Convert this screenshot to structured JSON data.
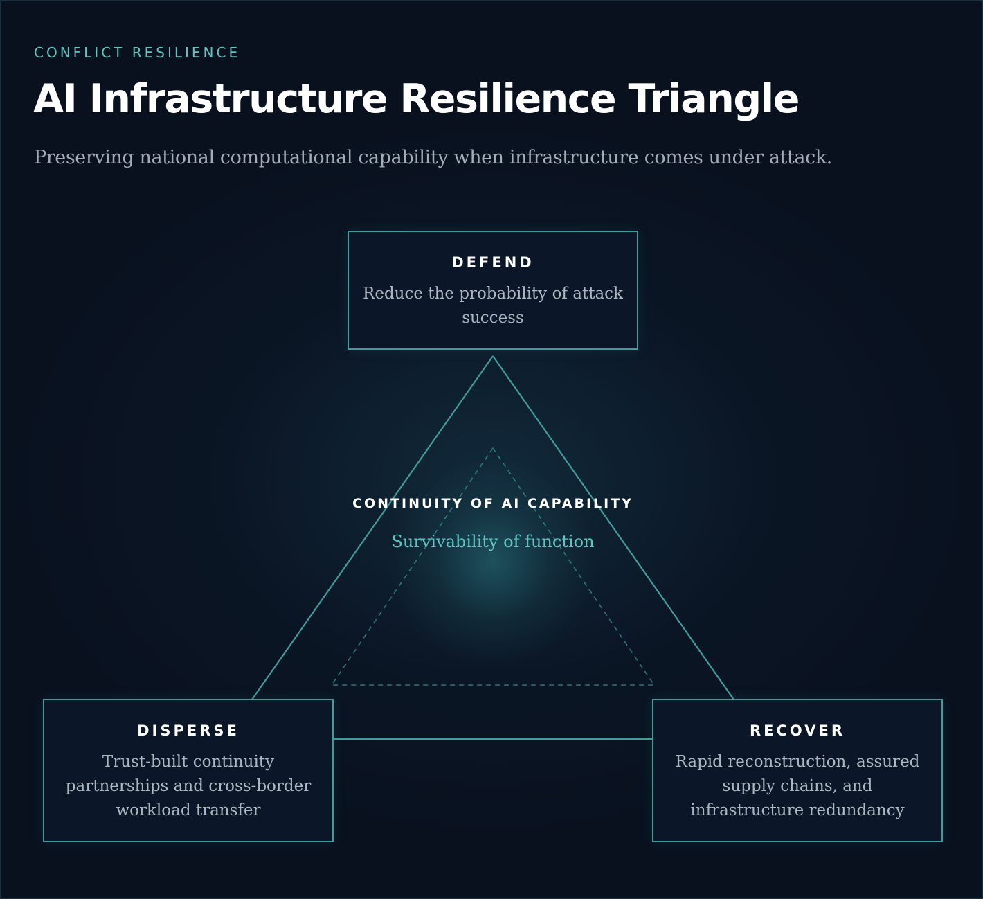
{
  "header": {
    "eyebrow": "CONFLICT RESILIENCE",
    "title": "AI Infrastructure Resilience Triangle",
    "subtitle": "Preserving national computational capability when infrastructure comes under attack."
  },
  "center": {
    "title": "CONTINUITY OF AI CAPABILITY",
    "subtitle": "Survivability of function"
  },
  "nodes": {
    "defend": {
      "title": "DEFEND",
      "description": "Reduce the probability of attack success"
    },
    "disperse": {
      "title": "DISPERSE",
      "description": "Trust-built continuity partnerships and cross-border workload transfer"
    },
    "recover": {
      "title": "RECOVER",
      "description": "Rapid reconstruction, assured supply chains, and infrastructure redundancy"
    }
  },
  "colors": {
    "background": "#09111f",
    "accent": "#5ec4c0",
    "line": "#3f9e9d",
    "text": "#ffffff",
    "muted": "#aeb6c0"
  }
}
